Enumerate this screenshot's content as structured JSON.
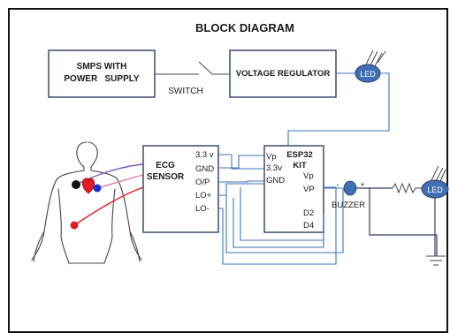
{
  "title": "BLOCK DIAGRAM",
  "blocks": {
    "smps": {
      "line1": "SMPS WITH",
      "line2": "POWER   SUPPLY"
    },
    "switch_label": "SWITCH",
    "regulator": "VOLTAGE REGULATOR",
    "led_top": "LED",
    "ecg": {
      "line1": "ECG",
      "line2": "SENSOR",
      "pins": [
        "3.3 v",
        "GND",
        "O/P",
        "LO+",
        "LO-"
      ]
    },
    "esp32": {
      "line1": "ESP32",
      "line2": "KIT",
      "left_pins": [
        "Vp",
        "3.3v",
        "GND"
      ],
      "right_pins": [
        "Vp",
        "VP",
        "D2",
        "D4"
      ]
    },
    "buzzer": {
      "label": "BUZZER",
      "minus": "-",
      "plus": "+"
    },
    "led_right": "LED"
  },
  "colors": {
    "wire": "#3f73b8",
    "led": "#3f6fb5",
    "electrode_red": "#e01b24",
    "electrode_blue": "#1f2fd1"
  }
}
